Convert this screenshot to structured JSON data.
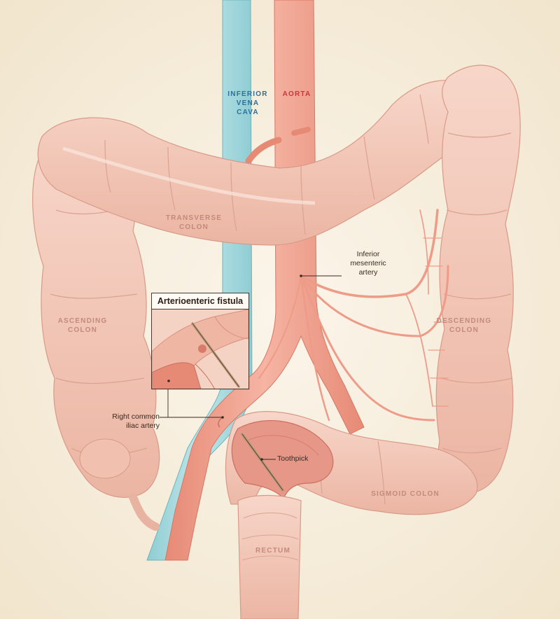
{
  "labels": {
    "inferior_vena_cava": [
      "INFERIOR",
      "VENA",
      "CAVA"
    ],
    "aorta": "AORTA",
    "transverse_colon": [
      "TRANSVERSE",
      "COLON"
    ],
    "ascending_colon": [
      "ASCENDING",
      "COLON"
    ],
    "descending_colon": [
      "DESCENDING",
      "COLON"
    ],
    "sigmoid_colon": "SIGMOID COLON",
    "rectum": "RECTUM",
    "inferior_mesenteric_artery": [
      "Inferior",
      "mesenteric",
      "artery"
    ],
    "right_common_iliac_artery": [
      "Right common",
      "iliac artery"
    ],
    "toothpick": "Toothpick"
  },
  "inset": {
    "title": "Arterioenteric fistula"
  },
  "colors": {
    "background": "#f7efdf",
    "colon": "#f3c7b8",
    "artery": "#ee9b88",
    "vein": "#a9dce0",
    "ivc_label": "#2f6f98",
    "aorta_label": "#c8383a",
    "organ_label": "#c28a7c"
  }
}
